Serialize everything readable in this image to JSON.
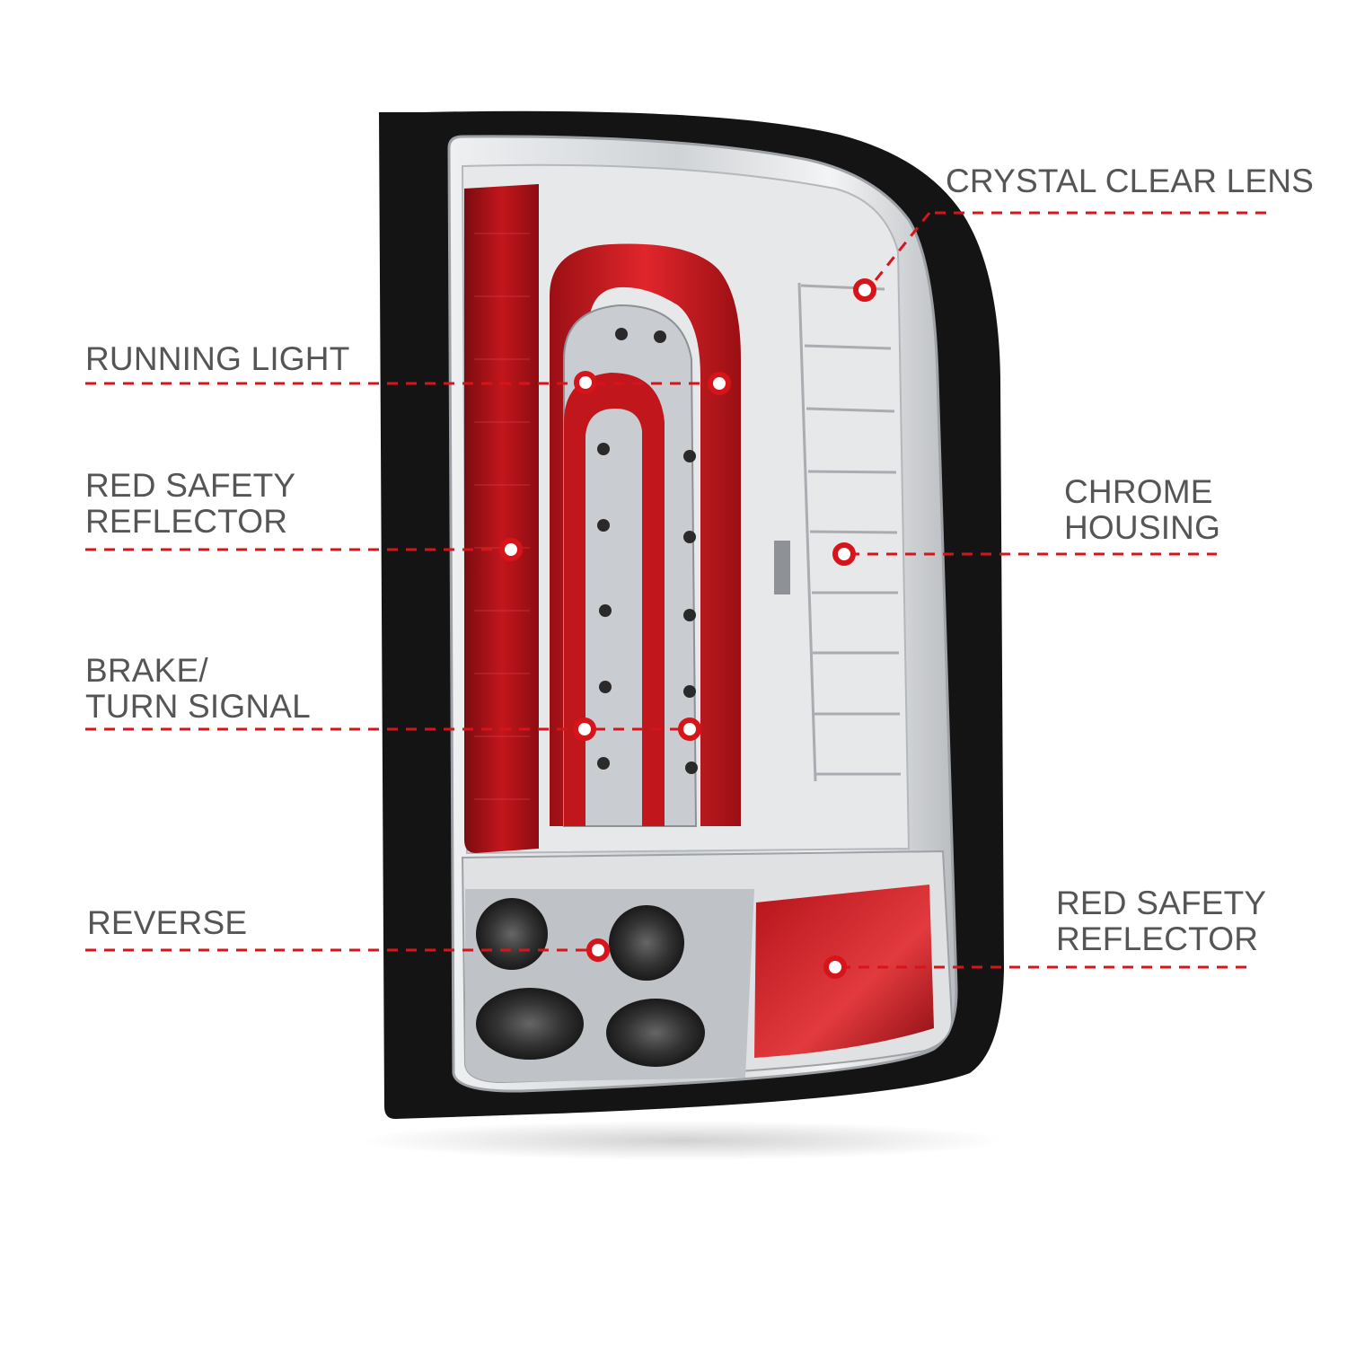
{
  "product": "LED tail light",
  "colors": {
    "accent": "#d7141a",
    "label_text": "#555555",
    "background": "#ffffff",
    "chrome": "#d4d6d8",
    "seal": "#111111"
  },
  "callouts": {
    "crystal_lens": {
      "lines": [
        "CRYSTAL CLEAR LENS"
      ]
    },
    "running_light": {
      "lines": [
        "RUNNING LIGHT"
      ]
    },
    "red_reflector_left": {
      "lines": [
        "RED SAFETY",
        "REFLECTOR"
      ]
    },
    "chrome_housing": {
      "lines": [
        "CHROME",
        "HOUSING"
      ]
    },
    "brake_turn": {
      "lines": [
        "BRAKE/",
        "TURN SIGNAL"
      ]
    },
    "reverse": {
      "lines": [
        "REVERSE"
      ]
    },
    "red_reflector_right": {
      "lines": [
        "RED SAFETY",
        "REFLECTOR"
      ]
    }
  }
}
